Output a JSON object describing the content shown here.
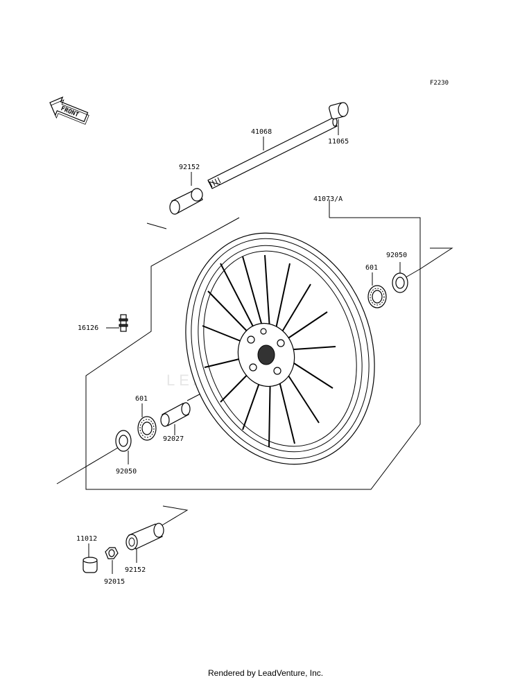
{
  "diagram": {
    "figure_ref": "F2230",
    "front_arrow_label": "FRONT",
    "watermark": "LEADVENTURE",
    "footer": "Rendered by LeadVenture, Inc.",
    "parts": [
      {
        "id": "p-11065",
        "label": "11065",
        "name": "collar"
      },
      {
        "id": "p-41068",
        "label": "41068",
        "name": "axle"
      },
      {
        "id": "p-92152-top",
        "label": "92152",
        "name": "collar-top"
      },
      {
        "id": "p-41073A",
        "label": "41073/A",
        "name": "wheel-assembly"
      },
      {
        "id": "p-92050-right",
        "label": "92050",
        "name": "oil-seal-right"
      },
      {
        "id": "p-601-right",
        "label": "601",
        "name": "ball-bearing-right"
      },
      {
        "id": "p-16126",
        "label": "16126",
        "name": "air-valve"
      },
      {
        "id": "p-601-left",
        "label": "601",
        "name": "ball-bearing-left"
      },
      {
        "id": "p-92027",
        "label": "92027",
        "name": "spacer"
      },
      {
        "id": "p-92050-left",
        "label": "92050",
        "name": "oil-seal-left"
      },
      {
        "id": "p-11012",
        "label": "11012",
        "name": "cap"
      },
      {
        "id": "p-92015",
        "label": "92015",
        "name": "nut"
      },
      {
        "id": "p-92152-bottom",
        "label": "92152",
        "name": "collar-bottom"
      }
    ]
  }
}
